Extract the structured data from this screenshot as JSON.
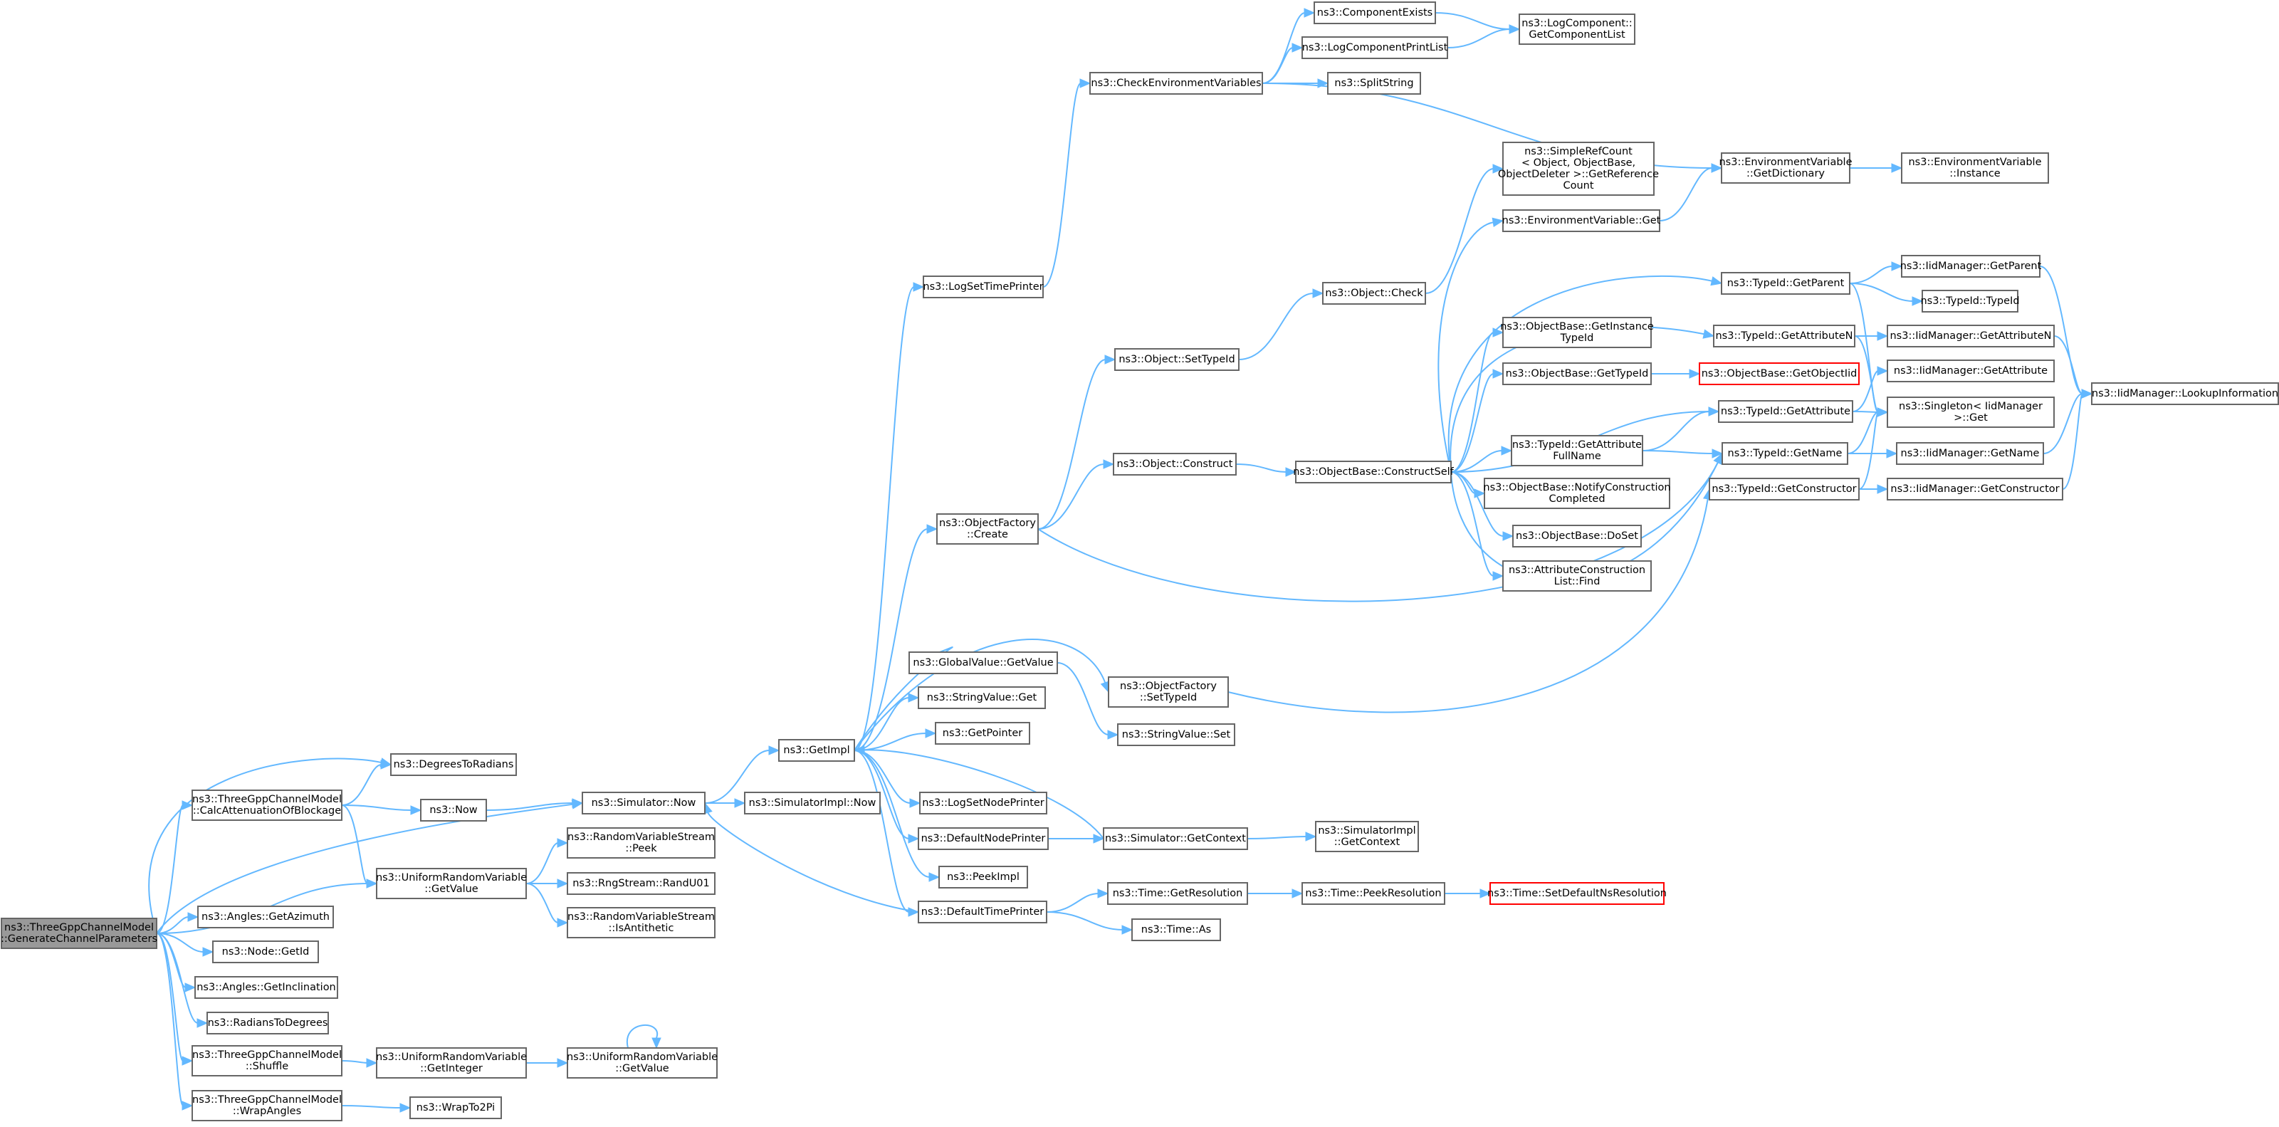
{
  "diagram": {
    "nodes": [
      {
        "id": "root",
        "lines": [
          "ns3::ThreeGppChannelModel",
          "::GenerateChannelParameters"
        ],
        "style": "root"
      },
      {
        "id": "degToRad",
        "lines": [
          "ns3::DegreesToRadians"
        ]
      },
      {
        "id": "calcAtt",
        "lines": [
          "ns3::ThreeGppChannelModel",
          "::CalcAttenuationOfBlockage"
        ]
      },
      {
        "id": "now",
        "lines": [
          "ns3::Now"
        ]
      },
      {
        "id": "simNow",
        "lines": [
          "ns3::Simulator::Now"
        ]
      },
      {
        "id": "urvGetValue",
        "lines": [
          "ns3::UniformRandomVariable",
          "::GetValue"
        ]
      },
      {
        "id": "rvsPeek",
        "lines": [
          "ns3::RandomVariableStream",
          "::Peek"
        ]
      },
      {
        "id": "randU01",
        "lines": [
          "ns3::RngStream::RandU01"
        ]
      },
      {
        "id": "isAnti",
        "lines": [
          "ns3::RandomVariableStream",
          "::IsAntithetic"
        ]
      },
      {
        "id": "getAzimuth",
        "lines": [
          "ns3::Angles::GetAzimuth"
        ]
      },
      {
        "id": "nodeGetId",
        "lines": [
          "ns3::Node::GetId"
        ]
      },
      {
        "id": "getIncl",
        "lines": [
          "ns3::Angles::GetInclination"
        ]
      },
      {
        "id": "radToDeg",
        "lines": [
          "ns3::RadiansToDegrees"
        ]
      },
      {
        "id": "shuffle",
        "lines": [
          "ns3::ThreeGppChannelModel",
          "::Shuffle"
        ]
      },
      {
        "id": "urvGetInt",
        "lines": [
          "ns3::UniformRandomVariable",
          "::GetInteger"
        ]
      },
      {
        "id": "urvGetValue2",
        "lines": [
          "ns3::UniformRandomVariable",
          "::GetValue"
        ]
      },
      {
        "id": "wrapAngles",
        "lines": [
          "ns3::ThreeGppChannelModel",
          "::WrapAngles"
        ]
      },
      {
        "id": "wrapTo2Pi",
        "lines": [
          "ns3::WrapTo2Pi"
        ]
      },
      {
        "id": "getImpl",
        "lines": [
          "ns3::GetImpl"
        ]
      },
      {
        "id": "simImplNow",
        "lines": [
          "ns3::SimulatorImpl::Now"
        ]
      },
      {
        "id": "logSetTime",
        "lines": [
          "ns3::LogSetTimePrinter"
        ]
      },
      {
        "id": "checkEnv",
        "lines": [
          "ns3::CheckEnvironmentVariables"
        ]
      },
      {
        "id": "compExists",
        "lines": [
          "ns3::ComponentExists"
        ]
      },
      {
        "id": "logCompPrint",
        "lines": [
          "ns3::LogComponentPrintList"
        ]
      },
      {
        "id": "splitString",
        "lines": [
          "ns3::SplitString"
        ]
      },
      {
        "id": "getCompList",
        "lines": [
          "ns3::LogComponent::",
          "GetComponentList"
        ]
      },
      {
        "id": "envGetDict",
        "lines": [
          "ns3::EnvironmentVariable",
          "::GetDictionary"
        ]
      },
      {
        "id": "envInstance",
        "lines": [
          "ns3::EnvironmentVariable",
          "::Instance"
        ]
      },
      {
        "id": "simpleRef",
        "lines": [
          "ns3::SimpleRefCount",
          "< Object, ObjectBase,",
          "ObjectDeleter >::GetReference",
          "Count"
        ]
      },
      {
        "id": "envGet",
        "lines": [
          "ns3::EnvironmentVariable::Get"
        ]
      },
      {
        "id": "objCheck",
        "lines": [
          "ns3::Object::Check"
        ]
      },
      {
        "id": "objSetTypeId",
        "lines": [
          "ns3::Object::SetTypeId"
        ]
      },
      {
        "id": "objConstruct",
        "lines": [
          "ns3::Object::Construct"
        ]
      },
      {
        "id": "constructSelf",
        "lines": [
          "ns3::ObjectBase::ConstructSelf"
        ]
      },
      {
        "id": "objFactCreate",
        "lines": [
          "ns3::ObjectFactory",
          "::Create"
        ]
      },
      {
        "id": "tidGetParent",
        "lines": [
          "ns3::TypeId::GetParent"
        ]
      },
      {
        "id": "iidGetParent",
        "lines": [
          "ns3::IidManager::GetParent"
        ]
      },
      {
        "id": "tidTypeId",
        "lines": [
          "ns3::TypeId::TypeId"
        ]
      },
      {
        "id": "getInstTid",
        "lines": [
          "ns3::ObjectBase::GetInstance",
          "TypeId"
        ]
      },
      {
        "id": "tidGetAttrN",
        "lines": [
          "ns3::TypeId::GetAttributeN"
        ]
      },
      {
        "id": "iidGetAttrN",
        "lines": [
          "ns3::IidManager::GetAttributeN"
        ]
      },
      {
        "id": "obGetTypeId",
        "lines": [
          "ns3::ObjectBase::GetTypeId"
        ]
      },
      {
        "id": "obGetObjTid",
        "lines": [
          "ns3::ObjectBase::GetObjectIid"
        ],
        "style": "trunc"
      },
      {
        "id": "iidGetAttr",
        "lines": [
          "ns3::IidManager::GetAttribute"
        ]
      },
      {
        "id": "lookupInfo",
        "lines": [
          "ns3::IidManager::LookupInformation"
        ]
      },
      {
        "id": "tidGetAttr",
        "lines": [
          "ns3::TypeId::GetAttribute"
        ]
      },
      {
        "id": "singletonGet",
        "lines": [
          "ns3::Singleton< IidManager",
          ">::Get"
        ]
      },
      {
        "id": "tidGetAttrFull",
        "lines": [
          "ns3::TypeId::GetAttribute",
          "FullName"
        ]
      },
      {
        "id": "tidGetName",
        "lines": [
          "ns3::TypeId::GetName"
        ]
      },
      {
        "id": "iidGetName",
        "lines": [
          "ns3::IidManager::GetName"
        ]
      },
      {
        "id": "tidGetCtor",
        "lines": [
          "ns3::TypeId::GetConstructor"
        ]
      },
      {
        "id": "iidGetCtor",
        "lines": [
          "ns3::IidManager::GetConstructor"
        ]
      },
      {
        "id": "notifyConstr",
        "lines": [
          "ns3::ObjectBase::NotifyConstruction",
          "Completed"
        ]
      },
      {
        "id": "doSet",
        "lines": [
          "ns3::ObjectBase::DoSet"
        ]
      },
      {
        "id": "attrConstrFind",
        "lines": [
          "ns3::AttributeConstruction",
          "List::Find"
        ]
      },
      {
        "id": "globalGetValue",
        "lines": [
          "ns3::GlobalValue::GetValue"
        ]
      },
      {
        "id": "objFactSetTid",
        "lines": [
          "ns3::ObjectFactory",
          "::SetTypeId"
        ]
      },
      {
        "id": "strValGet",
        "lines": [
          "ns3::StringValue::Get"
        ]
      },
      {
        "id": "strValSet",
        "lines": [
          "ns3::StringValue::Set"
        ]
      },
      {
        "id": "getPointer",
        "lines": [
          "ns3::GetPointer"
        ]
      },
      {
        "id": "logSetNode",
        "lines": [
          "ns3::LogSetNodePrinter"
        ]
      },
      {
        "id": "defNodePrinter",
        "lines": [
          "ns3::DefaultNodePrinter"
        ]
      },
      {
        "id": "simGetContext",
        "lines": [
          "ns3::Simulator::GetContext"
        ]
      },
      {
        "id": "simImplGetCtx",
        "lines": [
          "ns3::SimulatorImpl",
          "::GetContext"
        ]
      },
      {
        "id": "peekImpl",
        "lines": [
          "ns3::PeekImpl"
        ]
      },
      {
        "id": "defTimePrinter",
        "lines": [
          "ns3::DefaultTimePrinter"
        ]
      },
      {
        "id": "timeGetRes",
        "lines": [
          "ns3::Time::GetResolution"
        ]
      },
      {
        "id": "timePeekRes",
        "lines": [
          "ns3::Time::PeekResolution"
        ]
      },
      {
        "id": "timeSetDefNs",
        "lines": [
          "ns3::Time::SetDefaultNsResolution"
        ],
        "style": "trunc"
      },
      {
        "id": "timeAs",
        "lines": [
          "ns3::Time::As"
        ]
      }
    ],
    "edges": [
      [
        "root",
        "degToRad"
      ],
      [
        "root",
        "calcAtt"
      ],
      [
        "root",
        "simNow"
      ],
      [
        "root",
        "urvGetValue"
      ],
      [
        "root",
        "getAzimuth"
      ],
      [
        "root",
        "nodeGetId"
      ],
      [
        "root",
        "getIncl"
      ],
      [
        "root",
        "radToDeg"
      ],
      [
        "root",
        "shuffle"
      ],
      [
        "root",
        "wrapAngles"
      ],
      [
        "calcAtt",
        "degToRad"
      ],
      [
        "calcAtt",
        "now"
      ],
      [
        "calcAtt",
        "urvGetValue"
      ],
      [
        "now",
        "simNow"
      ],
      [
        "simNow",
        "getImpl"
      ],
      [
        "simNow",
        "simImplNow"
      ],
      [
        "urvGetValue",
        "rvsPeek"
      ],
      [
        "urvGetValue",
        "randU01"
      ],
      [
        "urvGetValue",
        "isAnti"
      ],
      [
        "shuffle",
        "urvGetInt"
      ],
      [
        "urvGetInt",
        "urvGetValue2"
      ],
      [
        "urvGetValue2",
        "urvGetValue2"
      ],
      [
        "wrapAngles",
        "wrapTo2Pi"
      ],
      [
        "getImpl",
        "logSetTime"
      ],
      [
        "getImpl",
        "objFactCreate"
      ],
      [
        "getImpl",
        "globalGetValue"
      ],
      [
        "getImpl",
        "objFactSetTid"
      ],
      [
        "getImpl",
        "strValGet"
      ],
      [
        "getImpl",
        "getPointer"
      ],
      [
        "getImpl",
        "logSetNode"
      ],
      [
        "getImpl",
        "defNodePrinter"
      ],
      [
        "getImpl",
        "peekImpl"
      ],
      [
        "getImpl",
        "defTimePrinter"
      ],
      [
        "logSetTime",
        "checkEnv"
      ],
      [
        "checkEnv",
        "compExists"
      ],
      [
        "checkEnv",
        "logCompPrint"
      ],
      [
        "checkEnv",
        "splitString"
      ],
      [
        "checkEnv",
        "envGetDict"
      ],
      [
        "compExists",
        "getCompList"
      ],
      [
        "logCompPrint",
        "getCompList"
      ],
      [
        "envGetDict",
        "envInstance"
      ],
      [
        "envGet",
        "envGetDict"
      ],
      [
        "objCheck",
        "simpleRef"
      ],
      [
        "objSetTypeId",
        "objCheck"
      ],
      [
        "objConstruct",
        "constructSelf"
      ],
      [
        "objFactCreate",
        "objSetTypeId"
      ],
      [
        "objFactCreate",
        "objConstruct"
      ],
      [
        "objFactCreate",
        "tidGetName"
      ],
      [
        "constructSelf",
        "envGet"
      ],
      [
        "constructSelf",
        "tidGetParent"
      ],
      [
        "constructSelf",
        "getInstTid"
      ],
      [
        "constructSelf",
        "tidGetAttrN"
      ],
      [
        "constructSelf",
        "obGetTypeId"
      ],
      [
        "constructSelf",
        "tidGetAttr"
      ],
      [
        "constructSelf",
        "tidGetAttrFull"
      ],
      [
        "constructSelf",
        "notifyConstr"
      ],
      [
        "constructSelf",
        "doSet"
      ],
      [
        "constructSelf",
        "attrConstrFind"
      ],
      [
        "constructSelf",
        "tidGetName"
      ],
      [
        "tidGetParent",
        "iidGetParent"
      ],
      [
        "tidGetParent",
        "tidTypeId"
      ],
      [
        "tidGetParent",
        "singletonGet"
      ],
      [
        "iidGetParent",
        "lookupInfo"
      ],
      [
        "tidGetAttrN",
        "iidGetAttrN"
      ],
      [
        "tidGetAttrN",
        "singletonGet"
      ],
      [
        "iidGetAttrN",
        "lookupInfo"
      ],
      [
        "obGetTypeId",
        "obGetObjTid"
      ],
      [
        "tidGetAttr",
        "iidGetAttr"
      ],
      [
        "tidGetAttr",
        "singletonGet"
      ],
      [
        "tidGetAttrFull",
        "tidGetAttr"
      ],
      [
        "tidGetAttrFull",
        "tidGetName"
      ],
      [
        "tidGetName",
        "iidGetName"
      ],
      [
        "tidGetName",
        "singletonGet"
      ],
      [
        "iidGetName",
        "lookupInfo"
      ],
      [
        "tidGetCtor",
        "iidGetCtor"
      ],
      [
        "tidGetCtor",
        "singletonGet"
      ],
      [
        "iidGetCtor",
        "lookupInfo"
      ],
      [
        "globalGetValue",
        "strValSet"
      ],
      [
        "objFactSetTid",
        "tidGetCtor"
      ],
      [
        "defNodePrinter",
        "simGetContext"
      ],
      [
        "simGetContext",
        "getImpl"
      ],
      [
        "simGetContext",
        "simImplGetCtx"
      ],
      [
        "defTimePrinter",
        "simNow"
      ],
      [
        "defTimePrinter",
        "timeGetRes"
      ],
      [
        "defTimePrinter",
        "timeAs"
      ],
      [
        "timeGetRes",
        "timePeekRes"
      ],
      [
        "timePeekRes",
        "timeSetDefNs"
      ]
    ]
  },
  "colors": {
    "edge": "#63b8ff",
    "node_border": "#666666",
    "node_fill": "#ffffff",
    "root_fill": "#999999",
    "truncated_border": "#ff0000",
    "text": "#000000"
  }
}
